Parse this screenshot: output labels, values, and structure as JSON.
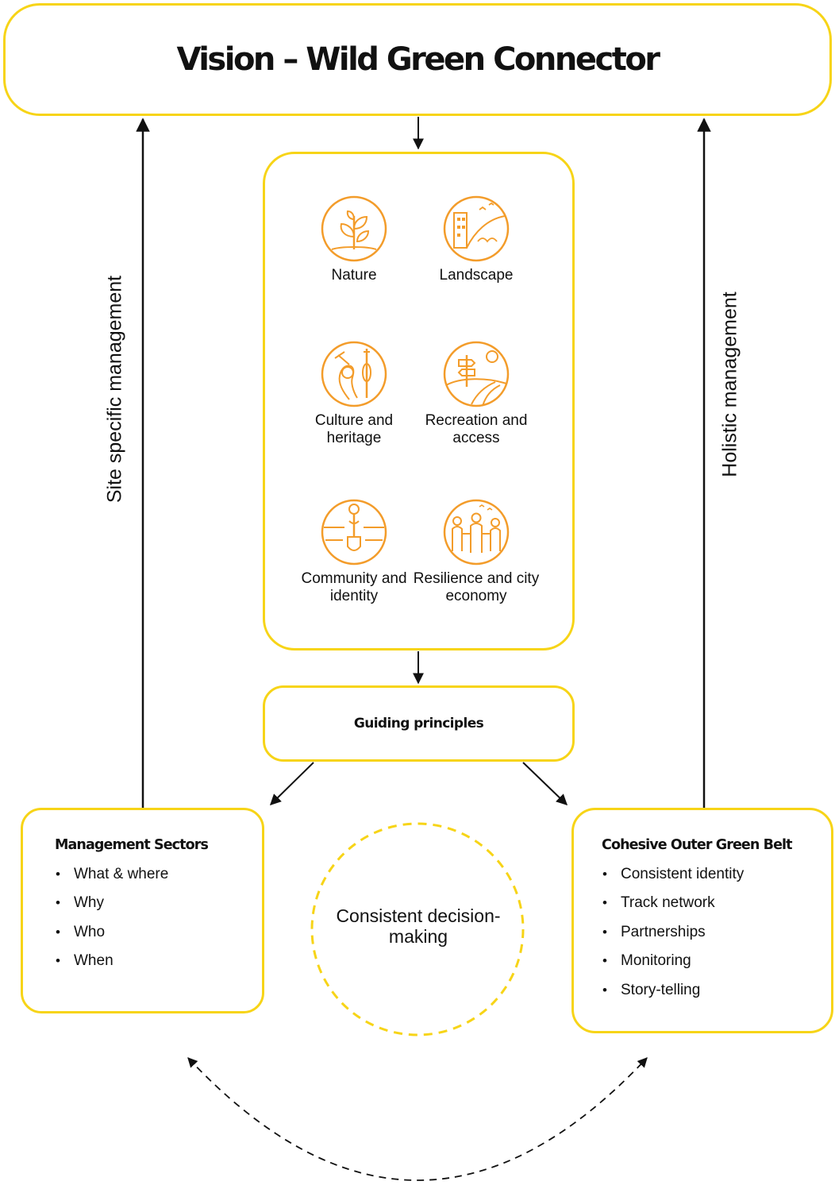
{
  "vision": {
    "title": "Vision – Wild Green Connector"
  },
  "themes": [
    {
      "label": "Nature",
      "icon": "sprout-icon"
    },
    {
      "label": "Landscape",
      "icon": "landscape-icon"
    },
    {
      "label": "Culture and heritage",
      "icon": "culture-heritage-icon"
    },
    {
      "label": "Recreation and access",
      "icon": "signpost-icon"
    },
    {
      "label": "Community and identity",
      "icon": "spade-planting-icon"
    },
    {
      "label": "Resilience and city economy",
      "icon": "people-group-icon"
    }
  ],
  "guiding_principles": {
    "label": "Guiding principles"
  },
  "management_sectors": {
    "title": "Management Sectors",
    "items": [
      "What & where",
      "Why",
      "Who",
      "When"
    ]
  },
  "green_belt": {
    "title": "Cohesive Outer Green Belt",
    "items": [
      "Consistent identity",
      "Track network",
      "Partnerships",
      "Monitoring",
      "Story-telling"
    ]
  },
  "decision": {
    "label": "Consistent decision-making"
  },
  "side_labels": {
    "left": "Site specific management",
    "right": "Holistic management"
  },
  "colors": {
    "box_border": "#f7d417",
    "icon_orange": "#f39c2a",
    "arrow": "#111111"
  }
}
